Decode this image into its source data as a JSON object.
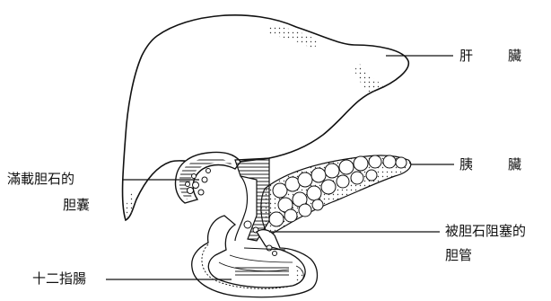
{
  "labels": {
    "liver": "肝　臟",
    "pancreas": "胰　臟",
    "gallbladder_line1": "滿載胆石的",
    "gallbladder_line2": "胆囊",
    "bile_duct_line1": "被胆石阻塞的",
    "bile_duct_line2": "胆管",
    "duodenum": "十二指腸"
  }
}
